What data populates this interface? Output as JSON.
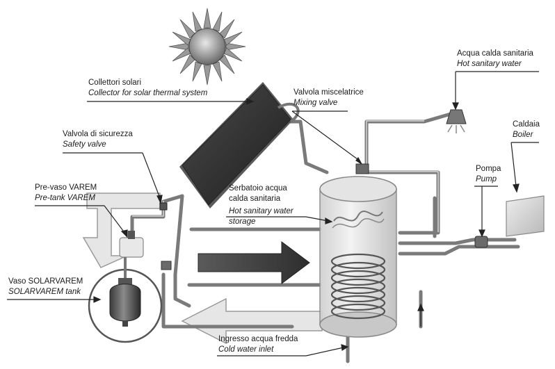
{
  "labels": {
    "collector": {
      "it": "Collettori solari",
      "en": "Collector for solar thermal system"
    },
    "safety_valve": {
      "it": "Valvola di sicurezza",
      "en": "Safety valve"
    },
    "pre_tank": {
      "it": "Pre-vaso VAREM",
      "en": "Pre-tank VAREM"
    },
    "solarvarem": {
      "it": "Vaso SOLARVAREM",
      "en": "SOLARVAREM tank"
    },
    "mixing_valve": {
      "it": "Valvola miscelatrice",
      "en": "Mixing valve"
    },
    "storage": {
      "it": "Serbatoio acqua calda sanitaria",
      "en": "Hot sanitary water storage"
    },
    "hot_water": {
      "it": "Acqua calda sanitaria",
      "en": "Hot sanitary water"
    },
    "boiler": {
      "it": "Caldaia",
      "en": "Boiler"
    },
    "pump": {
      "it": "Pompa",
      "en": "Pump"
    },
    "cold_inlet": {
      "it": "Ingresso acqua fredda",
      "en": "Cold water inlet"
    }
  }
}
